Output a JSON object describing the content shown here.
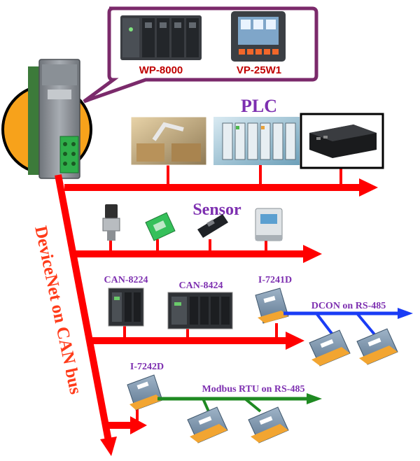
{
  "callout": {
    "products": [
      "WP-8000",
      "VP-25W1"
    ],
    "colors": {
      "border": "#7b2a6b",
      "label": "#c00000"
    }
  },
  "main_module": {
    "icon": "din-rail-module-icon",
    "circle_color": "#f7a21b"
  },
  "buses": {
    "main_label": "DeviceNet on CAN bus",
    "main_color": "#ff0000",
    "plc": {
      "label": "PLC",
      "label_color": "#7d2fb0"
    },
    "sensor": {
      "label": "Sensor",
      "label_color": "#7d2fb0"
    },
    "can": {
      "devices": [
        "CAN-8224",
        "CAN-8424",
        "I-7241D"
      ],
      "label_color": "#7d2fb0"
    },
    "dcon": {
      "label": "DCON on RS-485",
      "color": "#1a3cf5",
      "label_color": "#7d2fb0"
    },
    "modbus": {
      "device": "I-7242D",
      "label": "Modbus RTU on RS-485",
      "color": "#1f8a22",
      "label_color": "#7d2fb0"
    }
  }
}
